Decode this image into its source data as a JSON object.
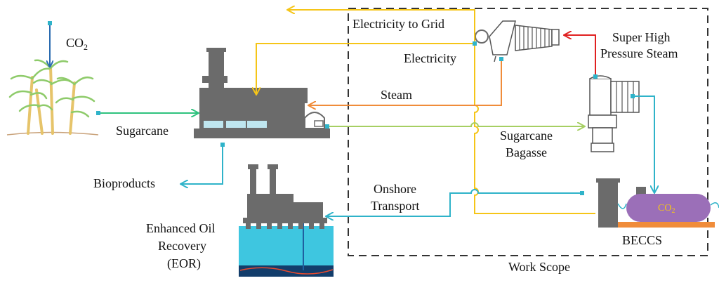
{
  "labels": {
    "co2": "CO",
    "co2_sub": "2",
    "sugarcane": "Sugarcane",
    "bioproducts": "Bioproducts",
    "eor_line1": "Enhanced Oil",
    "eor_line2": "Recovery",
    "eor_line3": "(EOR)",
    "electricity_to_grid": "Electricity to Grid",
    "electricity": "Electricity",
    "steam": "Steam",
    "super_high_line1": "Super High",
    "super_high_line2": "Pressure Steam",
    "bagasse_line1": "Sugarcane",
    "bagasse_line2": "Bagasse",
    "onshore_line1": "Onshore",
    "onshore_line2": "Transport",
    "beccs": "BECCS",
    "work_scope": "Work Scope",
    "tank_co2": "CO",
    "tank_co2_sub": "2"
  },
  "colors": {
    "co2_flow": "#2a6bb0",
    "sugarcane_flow": "#2ec27e",
    "electricity_flow": "#f5c518",
    "steam_flow": "#f08c3a",
    "super_steam_flow": "#e02020",
    "bagasse_flow": "#a6cf63",
    "co2_transport_flow": "#2fb3c9",
    "equipment": "#6b6b6b",
    "tank": "#9b6fb8",
    "ocean": "#3ec6e0"
  }
}
